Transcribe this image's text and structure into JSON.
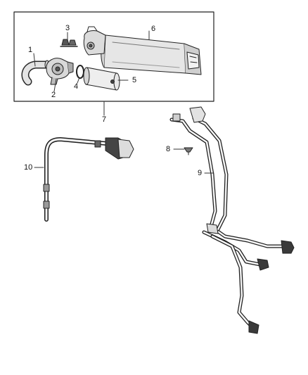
{
  "callouts": {
    "c1": "1",
    "c2": "2",
    "c3": "3",
    "c4": "4",
    "c5": "5",
    "c6": "6",
    "c7": "7",
    "c8": "8",
    "c9": "9",
    "c10": "10"
  },
  "parts": [
    {
      "callout": "1",
      "icon": "hose-elbow"
    },
    {
      "callout": "2",
      "icon": "leak-detection-pump"
    },
    {
      "callout": "3",
      "icon": "clip"
    },
    {
      "callout": "4",
      "icon": "o-ring"
    },
    {
      "callout": "5",
      "icon": "filter"
    },
    {
      "callout": "6",
      "icon": "vapor-canister"
    },
    {
      "callout": "7",
      "icon": "canister-assembly"
    },
    {
      "callout": "8",
      "icon": "push-pin-retainer"
    },
    {
      "callout": "9",
      "icon": "vapor-line-harness"
    },
    {
      "callout": "10",
      "icon": "purge-line"
    }
  ]
}
